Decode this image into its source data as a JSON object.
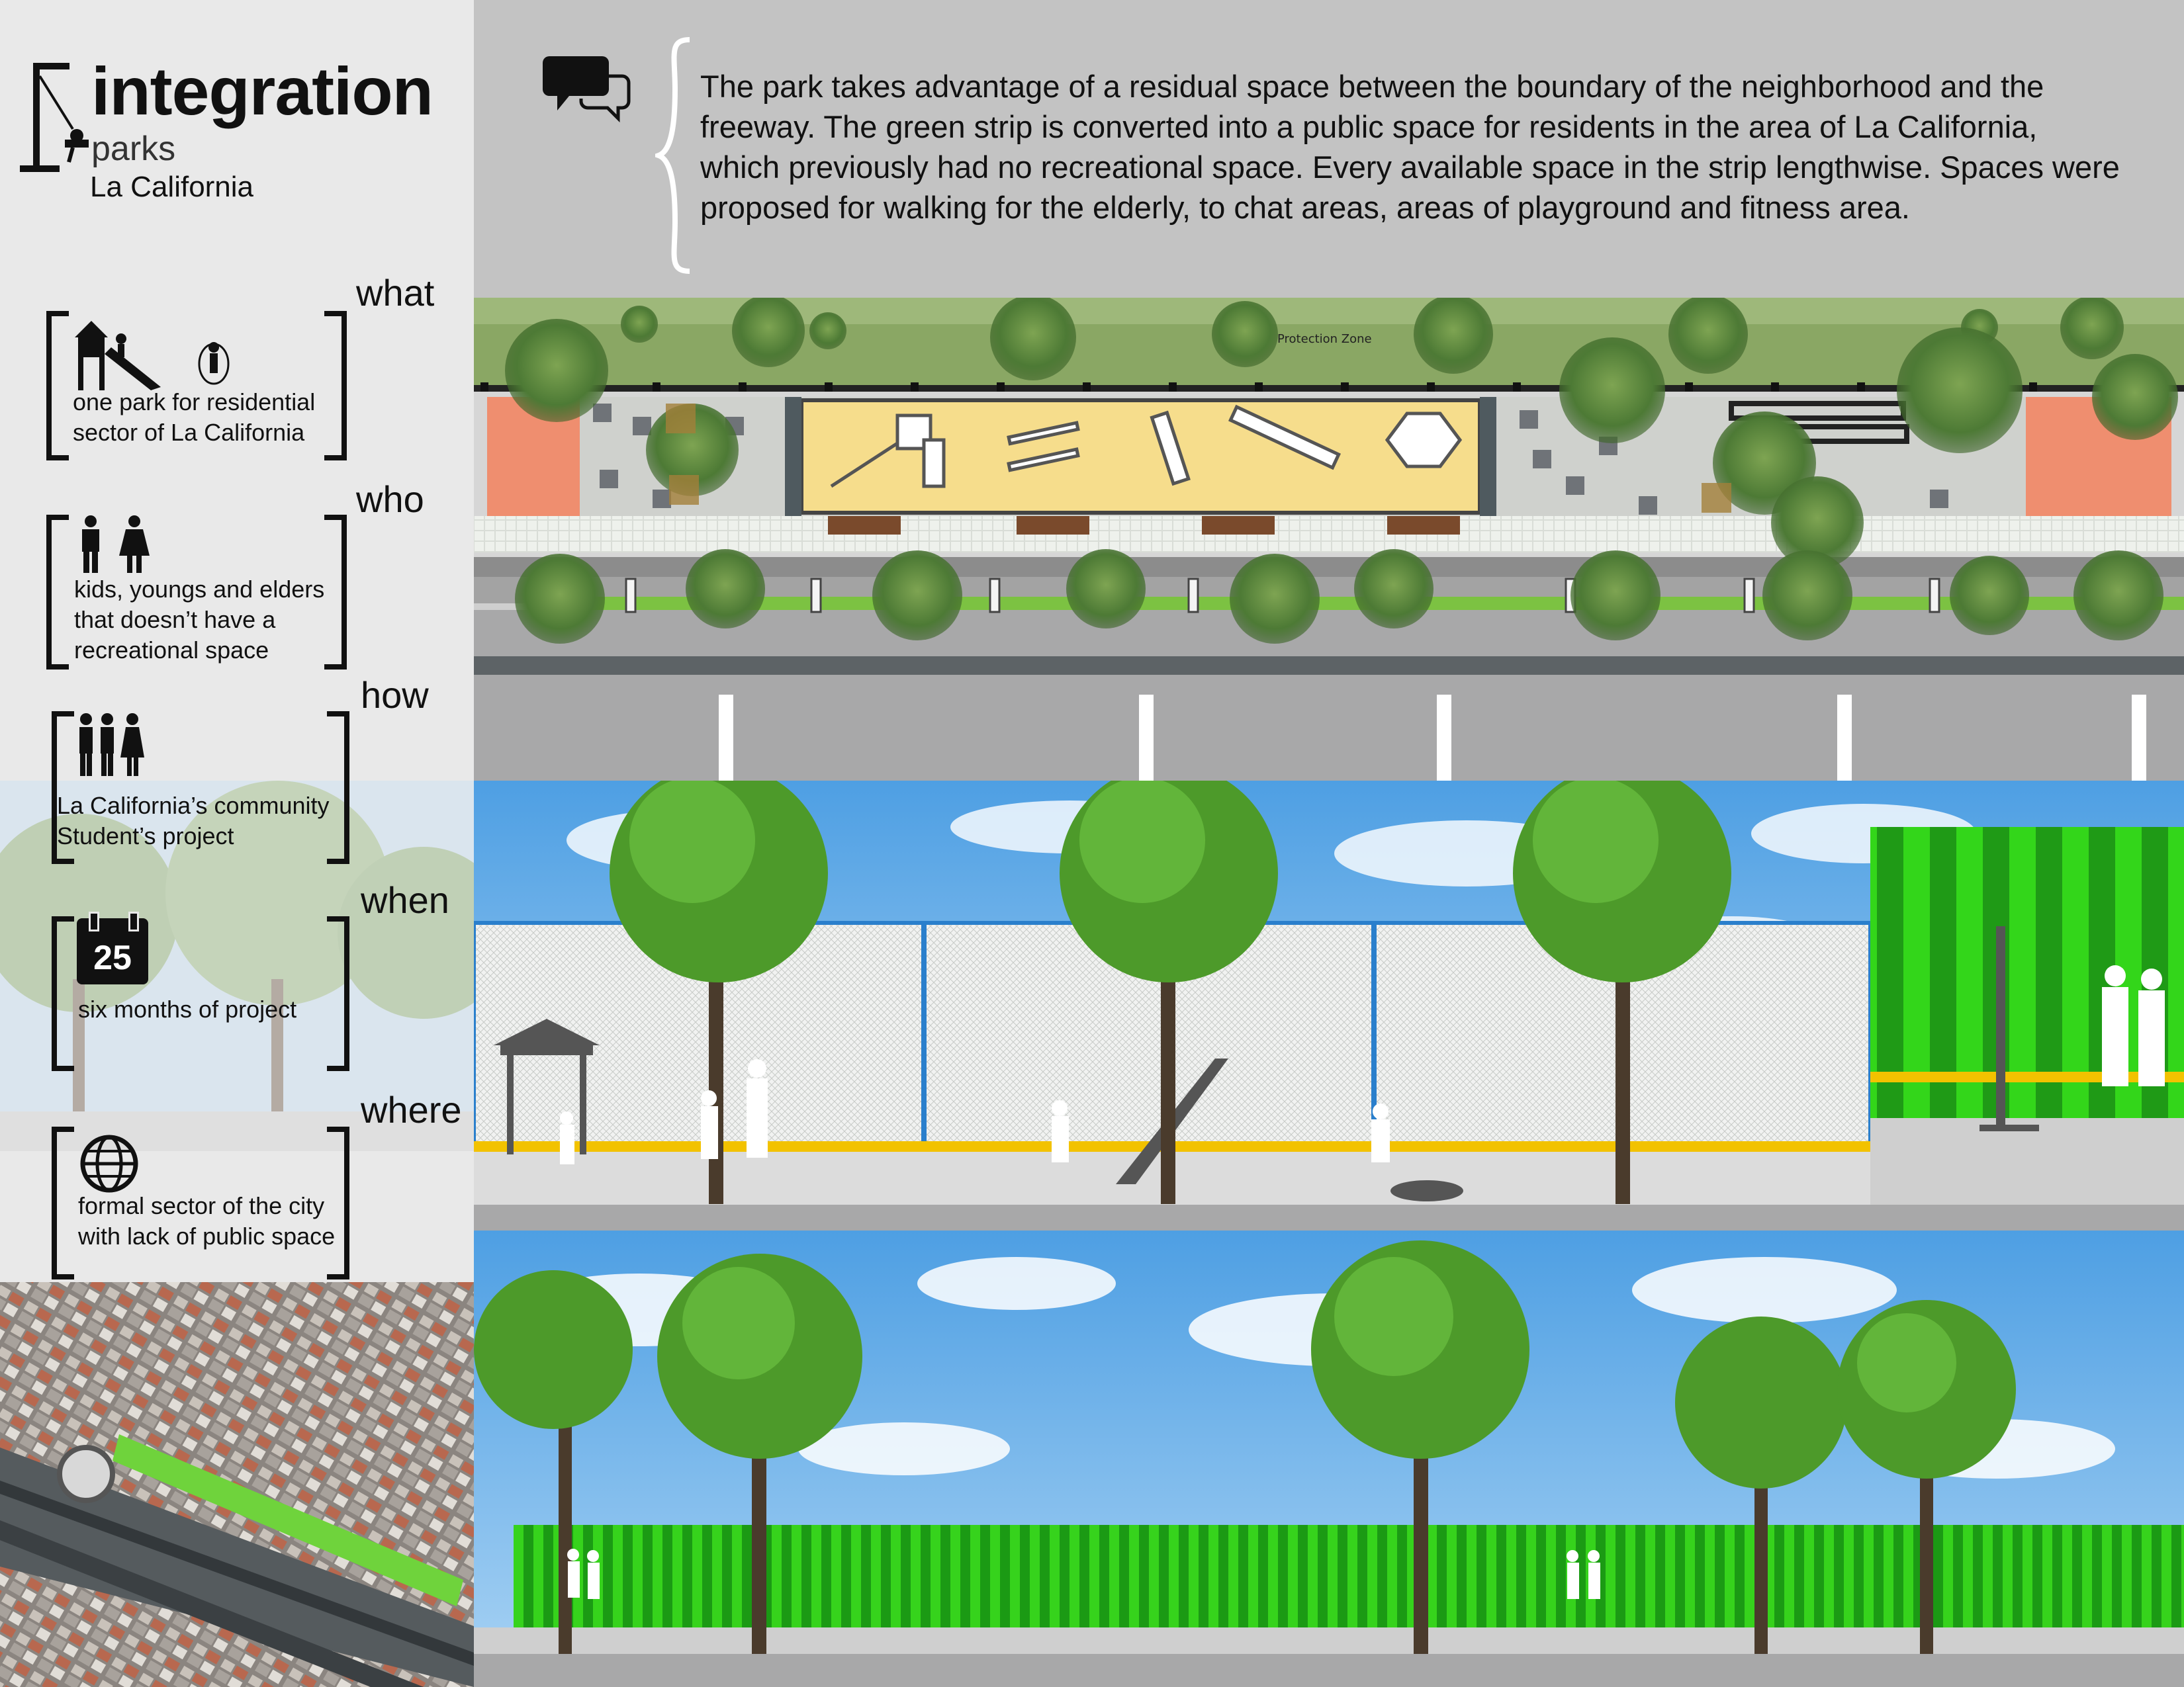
{
  "brand": {
    "title": "integration",
    "subtitle": "parks",
    "place": "La California"
  },
  "description": "The park takes advantage of a residual space between the boundary of the neighborhood and the freeway. The green strip is converted into a public space for residents in the area of La California, which previously had no recreational space. Every available space in the strip lengthwise. Spaces were proposed for walking for the elderly, to chat areas, areas of playground and fitness area.",
  "sections": [
    {
      "label": "what",
      "text": "one park for residential sector of La California",
      "icon": "playground-icon"
    },
    {
      "label": "who",
      "text": "kids, youngs and elders that doesn’t have a recreational space",
      "icon": "man-woman-icon"
    },
    {
      "label": "how",
      "text": "La California’s community Student’s project",
      "icon": "community-icon"
    },
    {
      "label": "when",
      "text": "six months of project",
      "icon": "calendar-icon",
      "calendar_day": "25"
    },
    {
      "label": "where",
      "text": "formal sector of the city with lack of public space",
      "icon": "globe-icon"
    }
  ],
  "plan": {
    "zone_label": "Protection Zone"
  },
  "colors": {
    "panel": "#e9e9e9",
    "header": "#c3c3c3",
    "play_area": "#f6dd8c",
    "brick": "#ef8e6f",
    "lawn": "#7cc242",
    "road": "#a8a8a9",
    "curb_yellow": "#f2c200",
    "wall_green": "#33d61a",
    "sky": "#6fb4ea"
  }
}
